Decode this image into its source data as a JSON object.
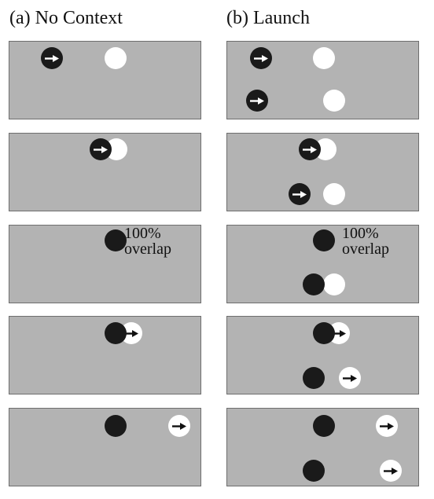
{
  "columns": [
    {
      "title": "(a) No Context",
      "frames": [
        {
          "balls": [
            {
              "color": "black",
              "arrow": true
            },
            {
              "color": "white",
              "arrow": false
            }
          ]
        },
        {
          "balls": [
            {
              "color": "white",
              "arrow": false
            },
            {
              "color": "black",
              "arrow": true
            }
          ]
        },
        {
          "balls": [
            {
              "color": "black",
              "arrow": false
            }
          ],
          "annotation": "100%\noverlap"
        },
        {
          "balls": [
            {
              "color": "white",
              "arrow": true
            },
            {
              "color": "black",
              "arrow": false
            }
          ]
        },
        {
          "balls": [
            {
              "color": "black",
              "arrow": false
            },
            {
              "color": "white",
              "arrow": true
            }
          ]
        }
      ]
    },
    {
      "title": "(b) Launch",
      "frames": [
        {
          "balls": [
            {
              "color": "black",
              "arrow": true
            },
            {
              "color": "white",
              "arrow": false
            },
            {
              "color": "black",
              "arrow": true
            },
            {
              "color": "white",
              "arrow": false
            }
          ]
        },
        {
          "balls": [
            {
              "color": "white",
              "arrow": false
            },
            {
              "color": "black",
              "arrow": true
            },
            {
              "color": "black",
              "arrow": true
            },
            {
              "color": "white",
              "arrow": false
            }
          ]
        },
        {
          "balls": [
            {
              "color": "black",
              "arrow": false
            },
            {
              "color": "white",
              "arrow": false
            },
            {
              "color": "black",
              "arrow": false
            }
          ],
          "annotation": "100%\noverlap"
        },
        {
          "balls": [
            {
              "color": "white",
              "arrow": true
            },
            {
              "color": "black",
              "arrow": false
            },
            {
              "color": "black",
              "arrow": false
            },
            {
              "color": "white",
              "arrow": true
            }
          ]
        },
        {
          "balls": [
            {
              "color": "black",
              "arrow": false
            },
            {
              "color": "white",
              "arrow": true
            },
            {
              "color": "black",
              "arrow": false
            },
            {
              "color": "white",
              "arrow": true
            }
          ]
        }
      ]
    }
  ],
  "colors": {
    "panel": "#b3b3b3",
    "black_ball": "#1a1a1a",
    "white_ball": "#ffffff"
  }
}
